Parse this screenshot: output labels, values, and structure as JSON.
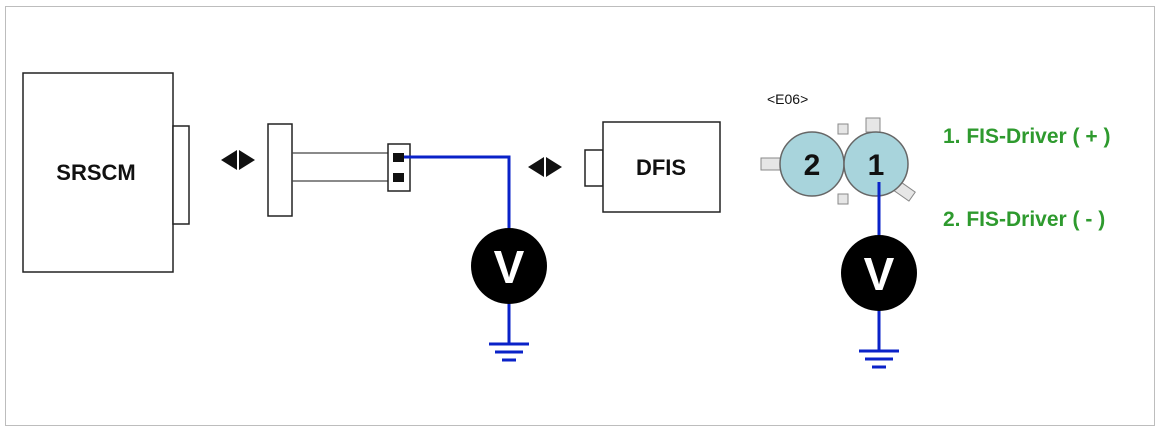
{
  "modules": {
    "srscm": "SRSCM",
    "dfis": "DFIS"
  },
  "connector": {
    "code": "<E06>",
    "pin_left": "2",
    "pin_right": "1"
  },
  "meters": {
    "left": "V",
    "right": "V"
  },
  "legend": {
    "item1": "1. FIS-Driver ( + )",
    "item2": "2. FIS-Driver ( - )"
  },
  "colors": {
    "wire": "#0a22c8",
    "legend_text": "#2e9a2e",
    "connector_fill": "#a8d4dc",
    "meter_fill": "#000000"
  }
}
